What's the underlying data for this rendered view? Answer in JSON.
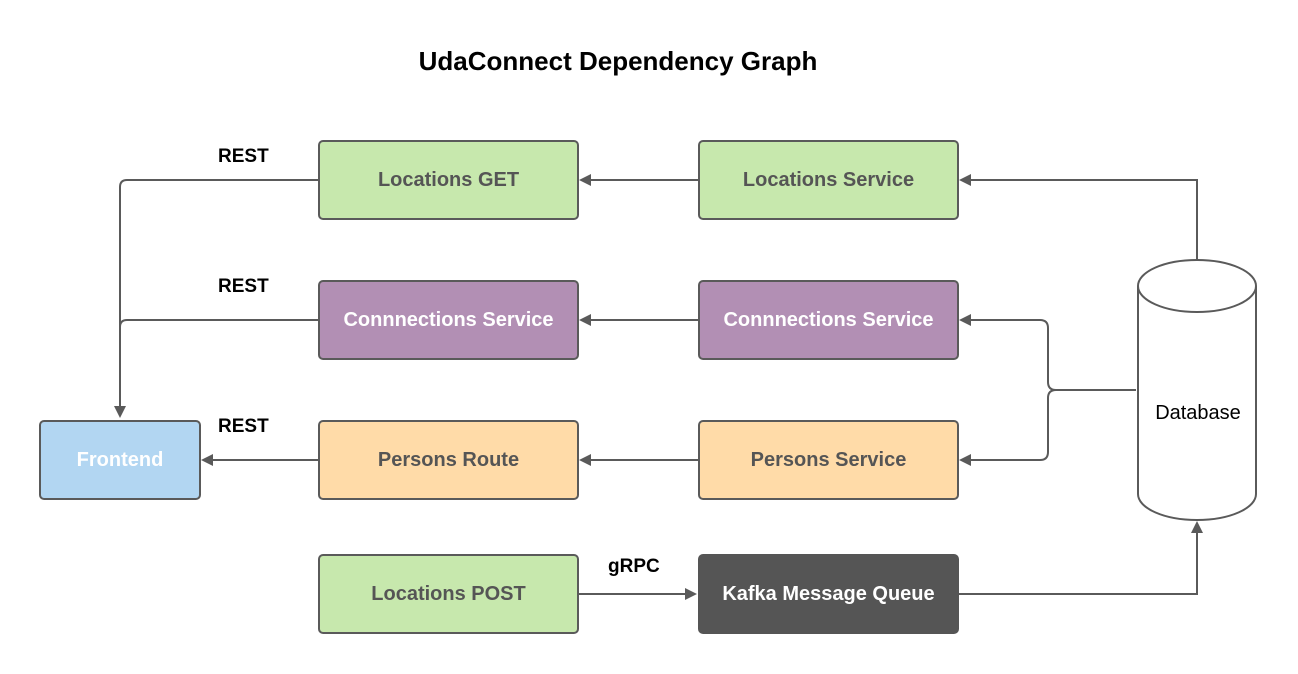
{
  "title": "UdaConnect Dependency Graph",
  "nodes": {
    "locations_get": "Locations GET",
    "locations_service": "Locations  Service",
    "connections_service_left": "Connnections Service",
    "connections_service_right": "Connnections Service",
    "frontend": "Frontend",
    "persons_route": "Persons Route",
    "persons_service": "Persons Service",
    "locations_post": "Locations POST",
    "kafka": "Kafka Message Queue",
    "database": "Database"
  },
  "edge_labels": {
    "rest_1": "REST",
    "rest_2": "REST",
    "rest_3": "REST",
    "grpc": "gRPC"
  },
  "colors": {
    "green": "#c7e8ad",
    "purple": "#b28fb4",
    "orange": "#ffdba8",
    "blue": "#b2d6f2",
    "dark": "#555555",
    "stroke": "#5a5a5a"
  }
}
